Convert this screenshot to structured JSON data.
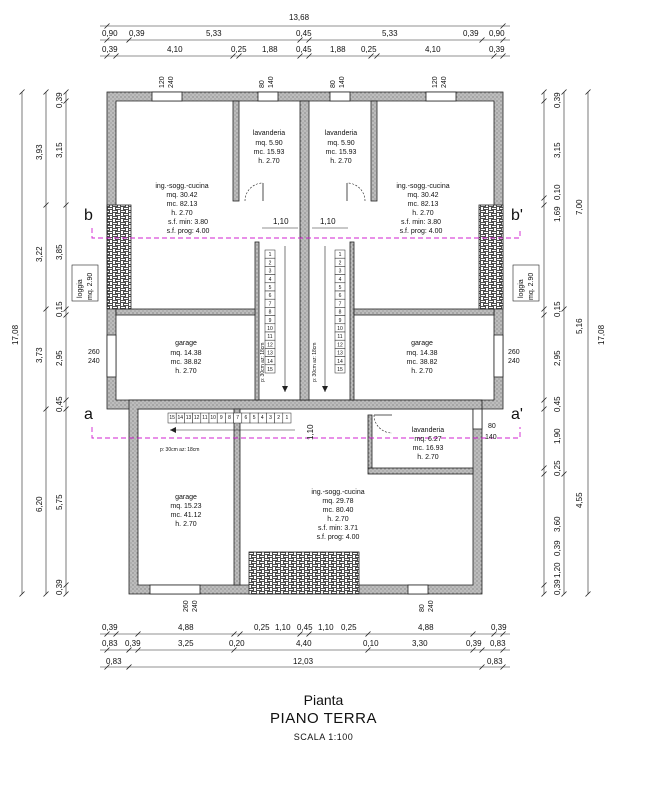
{
  "title": {
    "line1": "Pianta",
    "line2": "PIANO TERRA",
    "line3": "SCALA 1:100"
  },
  "dims_top": {
    "row1": [
      "13,68"
    ],
    "row2": [
      "0,90",
      "0,39",
      "5,33",
      "0,45",
      "5,33",
      "0,39",
      "0,90"
    ],
    "row3": [
      "0,39",
      "4,10",
      "0,25",
      "1,88",
      "0,45",
      "1,88",
      "0,25",
      "4,10",
      "0,39"
    ]
  },
  "dims_bottom": {
    "row1": [
      "0,39",
      "4,88",
      "0,25",
      "1,10",
      "0,45",
      "1,10",
      "0,25",
      "4,88",
      "0,39"
    ],
    "row2": [
      "0,83",
      "0,39",
      "3,25",
      "0,20",
      "4,40",
      "0,10",
      "3,30",
      "0,39",
      "0,83"
    ],
    "row3": [
      "0,83",
      "12,03",
      "0,83"
    ]
  },
  "dims_left": {
    "outer": "17,08",
    "mid": [
      "3,93",
      "3,22",
      "3,73",
      "6,20"
    ],
    "inner": [
      "0,39",
      "3,15",
      "3,85",
      "0,15",
      "2,95",
      "0,45",
      "5,75",
      "0,39"
    ]
  },
  "dims_right": {
    "outer": "17,08",
    "mid": [
      "7,00",
      "5,16",
      "4,55"
    ],
    "inner": [
      "0,39",
      "3,15",
      "0,10",
      "1,69",
      "0,15",
      "2,95",
      "0,45",
      "1,90",
      "0,25",
      "3,60",
      "0,39",
      "1,20",
      "0,39"
    ]
  },
  "windows": {
    "top": [
      {
        "a": "120",
        "b": "240"
      },
      {
        "a": "80",
        "b": "140"
      },
      {
        "a": "80",
        "b": "140"
      },
      {
        "a": "120",
        "b": "240"
      }
    ],
    "side": [
      {
        "a": "260",
        "b": "240"
      },
      {
        "a": "260",
        "b": "240"
      },
      {
        "a": "80",
        "b": "140"
      }
    ],
    "bottom": [
      {
        "a": "260",
        "b": "240"
      },
      {
        "a": "80",
        "b": "240"
      }
    ]
  },
  "sections": {
    "b": "b",
    "b_prime": "b'",
    "a": "a",
    "a_prime": "a'"
  },
  "rooms": {
    "lav_left": {
      "name": "lavanderia",
      "mq": "mq. 5.90",
      "mc": "mc. 15.93",
      "h": "h. 2.70"
    },
    "lav_right": {
      "name": "lavanderia",
      "mq": "mq. 5.90",
      "mc": "mc. 15.93",
      "h": "h. 2.70"
    },
    "ing_tl": {
      "name": "ing.-sogg.-cucina",
      "mq": "mq. 30.42",
      "mc": "mc. 82.13",
      "h": "h. 2.70",
      "sf": "s.f. min: 3.80",
      "sfp": "s.f. prog: 4.00"
    },
    "ing_tr": {
      "name": "ing.-sogg.-cucina",
      "mq": "mq. 30.42",
      "mc": "mc. 82.13",
      "h": "h. 2.70",
      "sf": "s.f. min: 3.80",
      "sfp": "s.f. prog: 4.00"
    },
    "gar_ml": {
      "name": "garage",
      "mq": "mq. 14.38",
      "mc": "mc. 38.82",
      "h": "h. 2.70"
    },
    "gar_mr": {
      "name": "garage",
      "mq": "mq. 14.38",
      "mc": "mc. 38.82",
      "h": "h. 2.70"
    },
    "lav_b": {
      "name": "lavanderia",
      "mq": "mq. 6.27",
      "mc": "mc. 16.93",
      "h": "h. 2.70"
    },
    "gar_bl": {
      "name": "garage",
      "mq": "mq. 15.23",
      "mc": "mc. 41.12",
      "h": "h. 2.70"
    },
    "ing_b": {
      "name": "ing.-sogg.-cucina",
      "mq": "mq. 29.78",
      "mc": "mc. 80.40",
      "h": "h. 2.70",
      "sf": "s.f. min: 3.71",
      "sfp": "s.f. prog: 4.00"
    }
  },
  "loggia": {
    "left": {
      "name": "loggia",
      "mq": "mq. 2.90"
    },
    "right": {
      "name": "loggia",
      "mq": "mq. 2.90"
    }
  },
  "passages": {
    "door_l": "1,10",
    "door_r": "1,10",
    "door_b": "1,10"
  },
  "stairs": {
    "left_note": "p: 30cm az: 18cm",
    "right_note": "p: 30cm az: 18cm",
    "bottom_note": "p: 30cm az: 18cm",
    "left_steps": [
      "1",
      "2",
      "3",
      "4",
      "5",
      "6",
      "7",
      "8",
      "9",
      "10",
      "11",
      "12",
      "13",
      "14",
      "15"
    ],
    "right_steps": [
      "1",
      "2",
      "3",
      "4",
      "5",
      "6",
      "7",
      "8",
      "9",
      "10",
      "11",
      "12",
      "13",
      "14",
      "15"
    ],
    "bottom_steps": [
      "15",
      "14",
      "13",
      "12",
      "11",
      "10",
      "9",
      "8",
      "7",
      "6",
      "5",
      "4",
      "3",
      "2",
      "1"
    ]
  }
}
